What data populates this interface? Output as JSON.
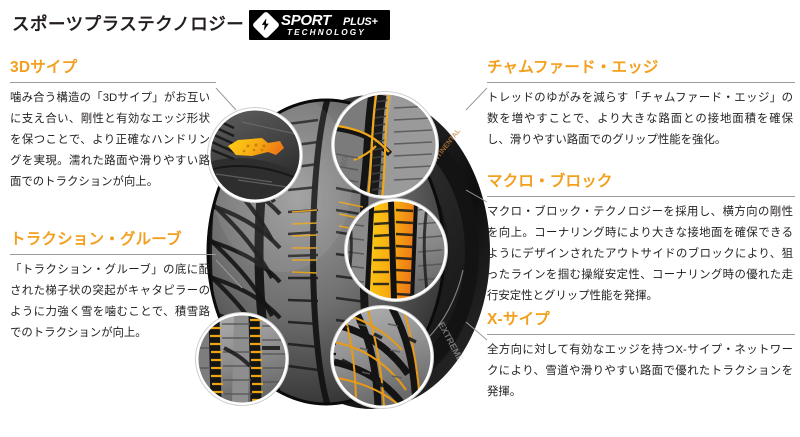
{
  "header": {
    "title": "スポーツプラステクノロジー",
    "logo": {
      "mark": "diamond-bolt",
      "word": "SPORT",
      "plus": "PLUS+",
      "sub": "TECHNOLOGY"
    }
  },
  "colors": {
    "heading": "#f2a01e",
    "body": "#231f20",
    "rule": "#9b9b9b",
    "logo_bg": "#000000",
    "accent_yellow": "#f5b414",
    "accent_orange": "#ef7f1a"
  },
  "sections": {
    "left": [
      {
        "id": "3d-sipe",
        "heading": "3Dサイプ",
        "body": "噛み合う構造の「3Dサイプ」がお互いに支え合い、剛性と有効なエッジ形状を保つことで、より正確なハンドリングを実現。濡れた路面や滑りやすい路面でのトラクションが向上。"
      },
      {
        "id": "traction-groove",
        "heading": "トラクション・グルーブ",
        "body": "「トラクション・グルーブ」の底に配された梯子状の突起がキャタピラーのように力強く雪を噛むことで、積雪路でのトラクションが向上。"
      }
    ],
    "right": [
      {
        "id": "chamfered-edge",
        "heading": "チャムファード・エッジ",
        "body": "トレッドのゆがみを減らす「チャムファード・エッジ」の数を増やすことで、より大きな路面との接地面積を確保し、滑りやすい路面でのグリップ性能を強化。"
      },
      {
        "id": "macro-block",
        "heading": "マクロ・ブロック",
        "body": "マクロ・ブロック・テクノロジーを採用し、横方向の剛性を向上。コーナリング時により大きな接地面を確保できるようにデザインされたアウトサイドのブロックにより、狙ったラインを掴む操縦安定性、コーナリング時の優れた走行安定性とグリップ性能を発揮。"
      },
      {
        "id": "x-sipe",
        "heading": "X-サイプ",
        "body": "全方向に対して有効なエッジを持つX-サイプ・ネットワークにより、雪道や滑りやすい路面で優れたトラクションを発揮。"
      }
    ]
  },
  "tire": {
    "alt": "tire-illustration",
    "callouts": [
      {
        "id": "callout-3d-sipe",
        "label": "3D-sipe-detail"
      },
      {
        "id": "callout-chamfered-edge",
        "label": "chamfered-edge-detail"
      },
      {
        "id": "callout-macro-block",
        "label": "macro-block-detail"
      },
      {
        "id": "callout-traction-groove",
        "label": "traction-groove-detail"
      },
      {
        "id": "callout-x-sipe",
        "label": "x-sipe-detail"
      }
    ]
  }
}
